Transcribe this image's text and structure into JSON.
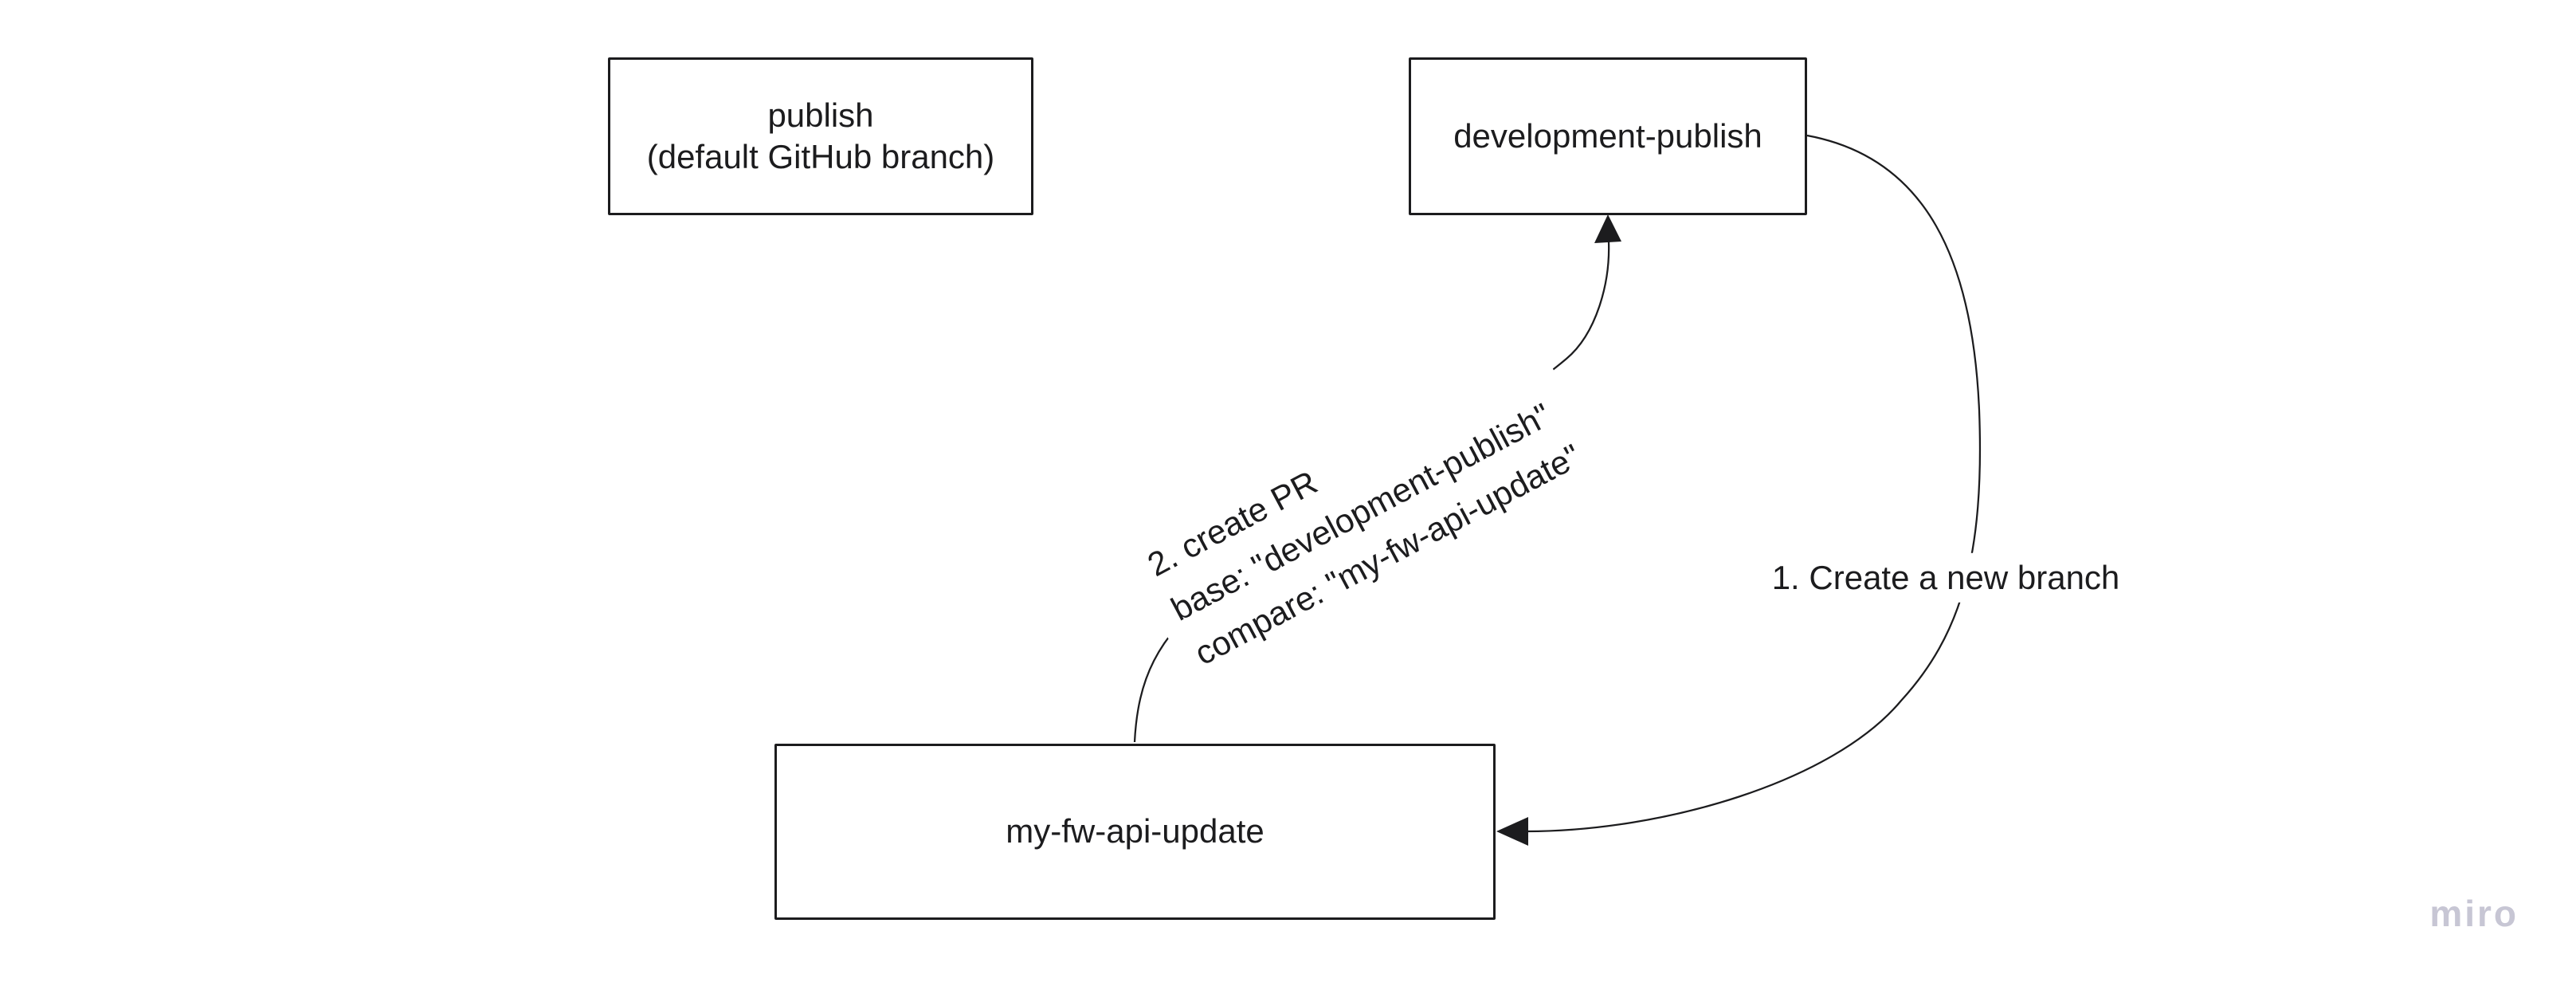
{
  "board": {
    "background": "#ffffff",
    "ink": "#1c1c1e"
  },
  "nodes": {
    "publish": {
      "line1": "publish",
      "line2": "(default GitHub branch)"
    },
    "development_publish": {
      "label": "development-publish"
    },
    "my_fw_api_update": {
      "label": "my-fw-api-update"
    }
  },
  "connectors": {
    "create_branch": {
      "label": "1. Create a new branch"
    },
    "create_pr": {
      "line1": "2. create PR",
      "line2": "base: \"development-publish\"",
      "line3": "compare: \"my-fw-api-update\""
    }
  },
  "watermark": {
    "label": "miro",
    "color": "#c7c6d4"
  }
}
